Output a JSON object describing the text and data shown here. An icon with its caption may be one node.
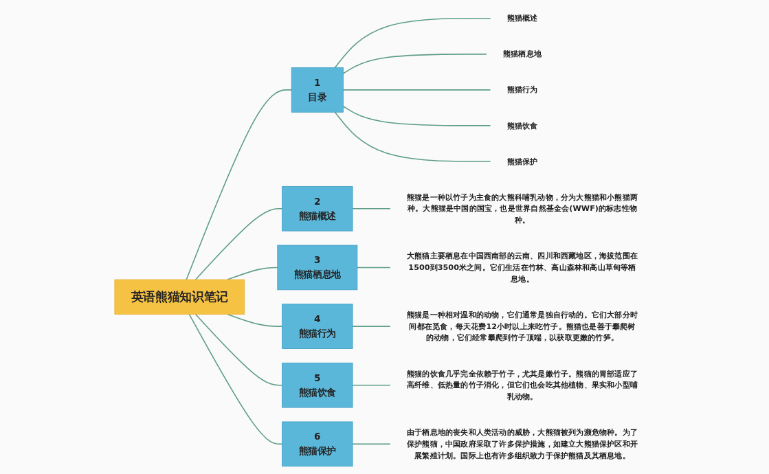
{
  "diagram": {
    "nodes": [
      {
        "text": [
          "英语熊猫知识笔记"
        ]
      },
      {
        "text": [
          "1",
          "目录"
        ]
      },
      {
        "text": [
          "熊猫概述"
        ]
      },
      {
        "text": [
          "熊猫栖息地"
        ]
      },
      {
        "text": [
          "熊猫行为"
        ]
      },
      {
        "text": [
          "熊猫饮食"
        ]
      },
      {
        "text": [
          "熊猫保护"
        ]
      },
      {
        "text": [
          "2",
          "熊猫概述"
        ]
      },
      {
        "text": [
          "熊猫是一种以竹子为主食的大熊科哺乳动物，分为大熊猫和小熊猫两种。大熊猫是中国的国宝，也是世界自然基金会(WWF)的标志性物种。"
        ]
      },
      {
        "text": [
          "3",
          "熊猫栖息地"
        ]
      },
      {
        "text": [
          "大熊猫主要栖息在中国西南部的云南、四川和西藏地区，海拔范围在1500到3500米之间。它们生活在竹林、高山森林和高山草甸等栖息地。"
        ]
      },
      {
        "text": [
          "4",
          "熊猫行为"
        ]
      },
      {
        "text": [
          "熊猫是一种相对温和的动物，它们通常是独自行动的。它们大部分时间都在觅食，每天花费12小时以上来吃竹子。熊猫也是善于攀爬树的动物，它们经常攀爬到竹子顶端，以获取更嫩的竹笋。"
        ]
      },
      {
        "text": [
          "5",
          "熊猫饮食"
        ]
      },
      {
        "text": [
          "熊猫的饮食几乎完全依赖于竹子，尤其是嫩竹子。熊猫的胃部适应了高纤维、低热量的竹子消化，但它们也会吃其他植物、果实和小型哺乳动物。"
        ]
      },
      {
        "text": [
          "6",
          "熊猫保护"
        ]
      },
      {
        "text": [
          "由于栖息地的丧失和人类活动的威胁，大熊猫被列为濒危物种。为了保护熊猫，中国政府采取了许多保护措施，如建立大熊猫保护区和开展繁殖计划。国际上也有许多组织致力于保护熊猫及其栖息地。"
        ]
      }
    ],
    "edges": [
      {
        "from": 0,
        "to": 1,
        "arrow": "none"
      },
      {
        "from": 1,
        "to": 2,
        "arrow": "none"
      },
      {
        "from": 1,
        "to": 3,
        "arrow": "none"
      },
      {
        "from": 1,
        "to": 4,
        "arrow": "none"
      },
      {
        "from": 1,
        "to": 5,
        "arrow": "none"
      },
      {
        "from": 1,
        "to": 6,
        "arrow": "none"
      },
      {
        "from": 0,
        "to": 7,
        "arrow": "none"
      },
      {
        "from": 7,
        "to": 8,
        "arrow": "none"
      },
      {
        "from": 0,
        "to": 9,
        "arrow": "none"
      },
      {
        "from": 9,
        "to": 10,
        "arrow": "none"
      },
      {
        "from": 0,
        "to": 11,
        "arrow": "none"
      },
      {
        "from": 11,
        "to": 12,
        "arrow": "none"
      },
      {
        "from": 0,
        "to": 13,
        "arrow": "none"
      },
      {
        "from": 13,
        "to": 14,
        "arrow": "none"
      },
      {
        "from": 0,
        "to": 15,
        "arrow": "none"
      },
      {
        "from": 15,
        "to": 16,
        "arrow": "none"
      }
    ]
  }
}
